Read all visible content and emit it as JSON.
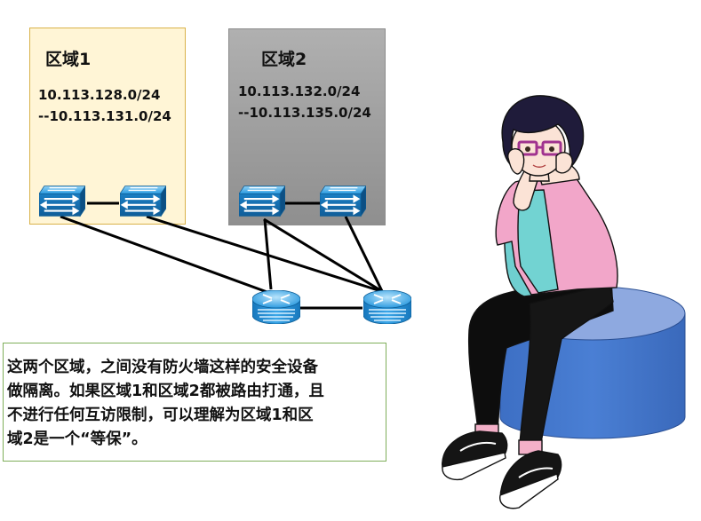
{
  "zones": [
    {
      "title": "区域1",
      "range_start": "10.113.128.0/24",
      "range_end": "--10.113.131.0/24"
    },
    {
      "title": "区域2",
      "range_start": "10.113.132.0/24",
      "range_end": "--10.113.135.0/24"
    }
  ],
  "note": {
    "lines": [
      "这两个区域，之间没有防火墙这样的安全设备",
      "做隔离。如果区域1和区域2都被路由打通，且",
      "不进行任何互访限制，可以理解为区域1和区",
      "域2是一个“等保”。"
    ]
  },
  "colors": {
    "device_blue": "#1f8fd6",
    "zone1_fill": "#fff5d6",
    "zone2_fill": "#a3a3a3",
    "note_border": "#7fae5a",
    "link_color": "#000000"
  },
  "icons": [
    "switch-icon",
    "router-icon",
    "character-illustration",
    "seat-illustration"
  ]
}
